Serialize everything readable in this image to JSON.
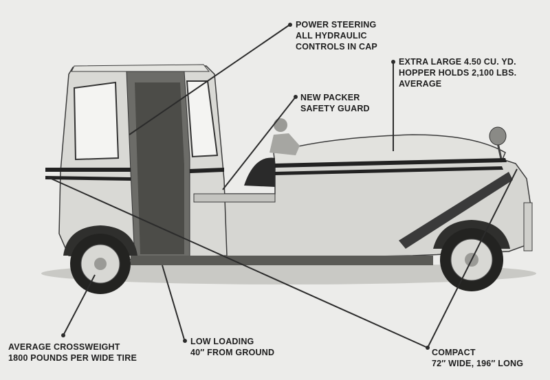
{
  "callouts": {
    "steering": [
      "POWER STEERING",
      "ALL HYDRAULIC",
      "CONTROLS IN CAP"
    ],
    "hopper": [
      "EXTRA LARGE 4.50 CU. YD.",
      "HOPPER HOLDS 2,100 LBS.",
      "AVERAGE"
    ],
    "guard": [
      "NEW PACKER",
      "SAFETY GUARD"
    ],
    "crossweight": [
      "AVERAGE CROSSWEIGHT",
      "1800 POUNDS PER WIDE TIRE"
    ],
    "loading": [
      "LOW LOADING",
      "40″ FROM GROUND"
    ],
    "compact": [
      "COMPACT",
      "72″ WIDE, 196″ LONG"
    ]
  },
  "colors": {
    "background": "#ececea",
    "ink": "#1d1d1d",
    "body": "#d4d4d0",
    "stripe": "#222222"
  }
}
